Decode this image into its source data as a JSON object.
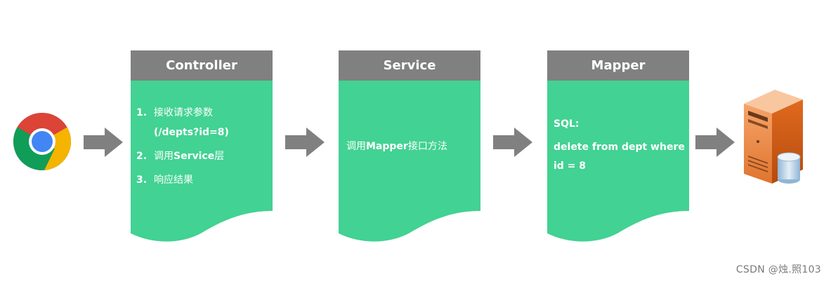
{
  "icons": {
    "client": "chrome-browser-icon",
    "database_server": "database-server-icon",
    "arrow": "right-arrow-icon"
  },
  "colors": {
    "header_bg": "#808080",
    "body_bg": "#42D293",
    "arrow": "#808080",
    "text": "#FFFFFF"
  },
  "controller": {
    "title": "Controller",
    "items": [
      {
        "num": "1.",
        "text": "接收请求参数",
        "text2": "(/depts?id=8)"
      },
      {
        "num": "2.",
        "pre": "调用",
        "bold": "Service",
        "post": "层"
      },
      {
        "num": "3.",
        "text": "响应结果"
      }
    ]
  },
  "service": {
    "title": "Service",
    "pre": "调用",
    "bold": "Mapper",
    "post": "接口方法"
  },
  "mapper": {
    "title": "Mapper",
    "sql_label": "SQL:",
    "sql": "delete from dept where id = 8"
  },
  "watermark": "CSDN @烛.照103"
}
